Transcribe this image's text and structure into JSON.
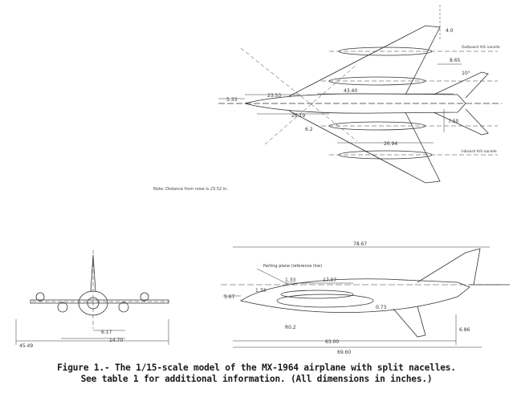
{
  "figure": {
    "caption_line1": "Figure 1.- The 1/15-scale model of the MX-1964 airplane with split nacelles.",
    "caption_line2": "See table 1 for additional information.  (All dimensions in inches.)",
    "note": "Note: Distance from nose is 23.52 in."
  },
  "plan_view": {
    "labels": {
      "d_533": "5.33",
      "d_2353": "23.53",
      "d_4340": "43.40",
      "d_2619": "26.19",
      "d_2694": "26.94",
      "d_865": "8.65",
      "d_10deg": "10°",
      "d_750": "7.50",
      "d_40": "4.0",
      "d_62": "6.2",
      "nacelle_top": "Outboard A/S nacelle",
      "nacelle_bottom": "Inboard A/S nacelle"
    }
  },
  "front_view": {
    "labels": {
      "d_4549": "45.49",
      "d_1470": "14.70",
      "d_617": "6.17"
    }
  },
  "side_view": {
    "labels": {
      "d_7867": "78.67",
      "parting_plane": "Parting plane (reference line)",
      "d_567": "5.67",
      "d_133a": "1.33",
      "d_133b": "1.33",
      "d_1707": "17.07",
      "d_073": "0.73",
      "d_686": "6.86",
      "d_6300": "63.00",
      "d_6960": "69.60",
      "d_r02": "R0.2"
    }
  }
}
